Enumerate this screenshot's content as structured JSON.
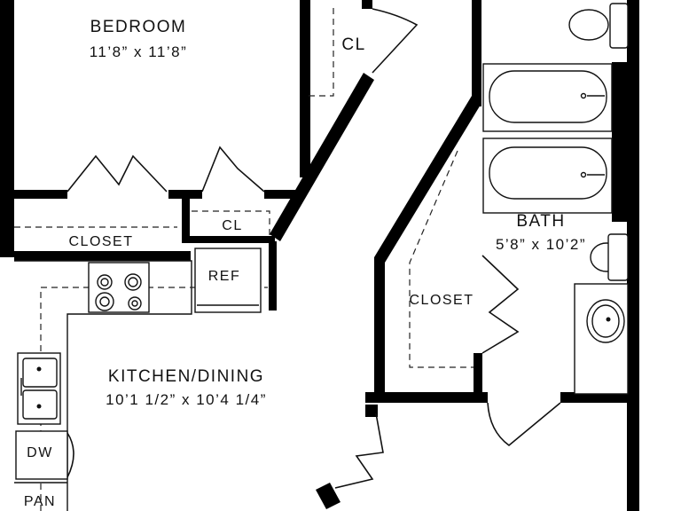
{
  "rooms": {
    "bedroom": {
      "name": "BEDROOM",
      "size": "11’8” x 11’8”"
    },
    "bedroom_closet": {
      "name": "CL"
    },
    "hall_closet_small": {
      "name": "CL"
    },
    "linen_closet": {
      "name": "CLOSET"
    },
    "kitchen": {
      "name": "KITCHEN/DINING",
      "size": "10’1 1/2” x 10’4 1/4”"
    },
    "bath": {
      "name": "BATH",
      "size": "5’8” x 10’2”"
    },
    "bath_closet": {
      "name": "CLOSET"
    }
  },
  "appliances": {
    "refrigerator": "REF",
    "dishwasher": "DW",
    "pantry": "PAN"
  },
  "icons": [
    "range-icon",
    "sink-icon",
    "bathtub-icon",
    "toilet-icon",
    "lavatory-icon",
    "door-icon",
    "bifold-door-icon"
  ]
}
